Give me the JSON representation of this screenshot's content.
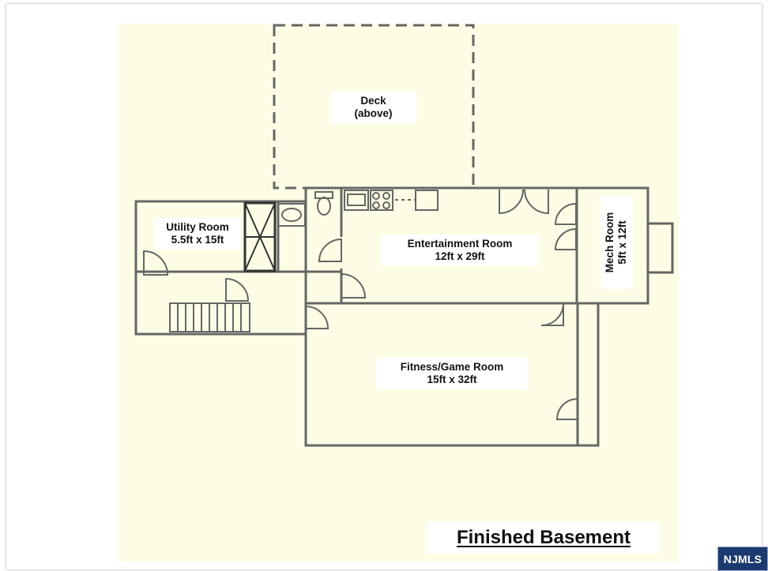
{
  "plan": {
    "title": "Finished Basement",
    "badge": "NJMLS",
    "rooms": {
      "deck": {
        "name": "Deck",
        "note": "(above)"
      },
      "utility": {
        "name": "Utility Room",
        "size": "5.5ft x 15ft"
      },
      "entertainment": {
        "name": "Entertainment Room",
        "size": "12ft x 29ft"
      },
      "mech": {
        "name": "Mech Room",
        "size": "5ft x 12ft"
      },
      "fitness": {
        "name": "Fitness/Game Room",
        "size": "15ft x 32ft"
      }
    }
  },
  "colors": {
    "paper": "#fdfde6",
    "wall": "#666666",
    "badge": "#1c3a70"
  }
}
